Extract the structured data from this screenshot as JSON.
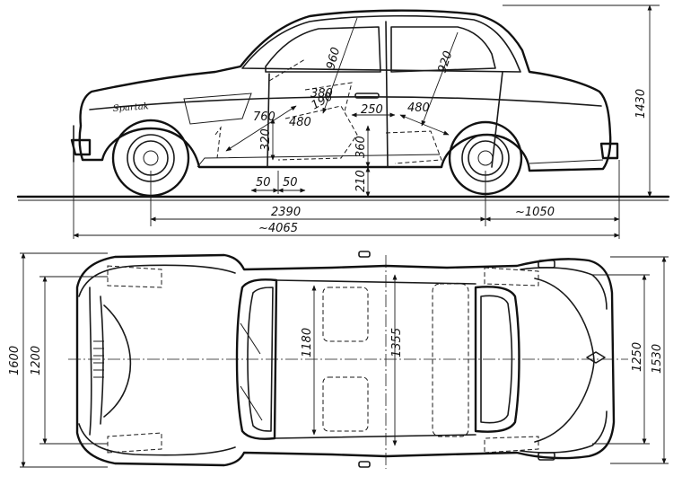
{
  "side_view": {
    "brand_script": "Spartak",
    "dims": {
      "d960": "960",
      "d920": "920",
      "d380": "380",
      "d190": "190",
      "d480a": "480",
      "d760": "760",
      "d250": "250",
      "d480b": "480",
      "d320": "320",
      "d360": "360",
      "d210": "210",
      "d50a": "50",
      "d50b": "50",
      "d1430": "1430",
      "d2390": "2390",
      "d1050": "~1050",
      "d4065": "~4065"
    }
  },
  "top_view": {
    "dims": {
      "d1600": "1600",
      "d1200": "1200",
      "d1180": "1180",
      "d1355": "1355",
      "d1250": "1250",
      "d1530": "1530"
    }
  }
}
